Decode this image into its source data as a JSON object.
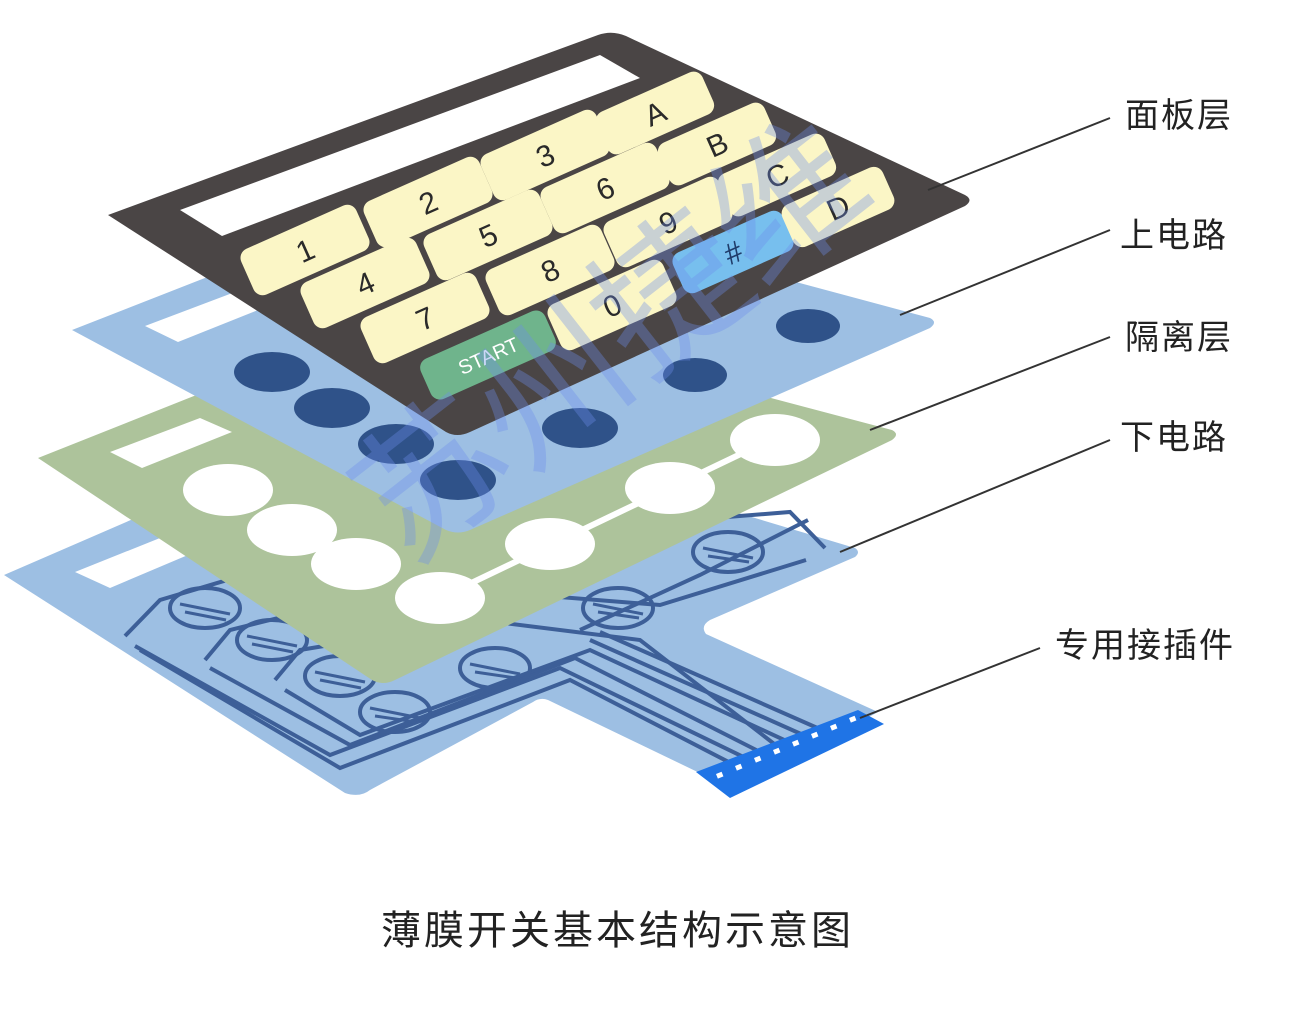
{
  "labels": {
    "panel": "面板层",
    "upper_circuit": "上电路",
    "spacer": "隔离层",
    "lower_circuit": "下电路",
    "connector": "专用接插件"
  },
  "caption": "薄膜开关基本结构示意图",
  "watermark": "苏州捷维",
  "keys": {
    "k1": "1",
    "k2": "2",
    "k3": "3",
    "kA": "A",
    "k4": "4",
    "k5": "5",
    "k6": "6",
    "kB": "B",
    "k7": "7",
    "k8": "8",
    "k9": "9",
    "kC": "C",
    "kStart": "START",
    "k0": "0",
    "kHash": "#",
    "kD": "D"
  },
  "colors": {
    "panel": "#4a4545",
    "key": "#fbf6c6",
    "start_key": "#6fb48c",
    "hash_key": "#77bfee",
    "upper_circuit": "#9dbfe3",
    "spacer": "#adc39b",
    "lower_circuit": "#9dbfe3",
    "trace": "#3d5f98",
    "connector": "#1f74e6"
  }
}
